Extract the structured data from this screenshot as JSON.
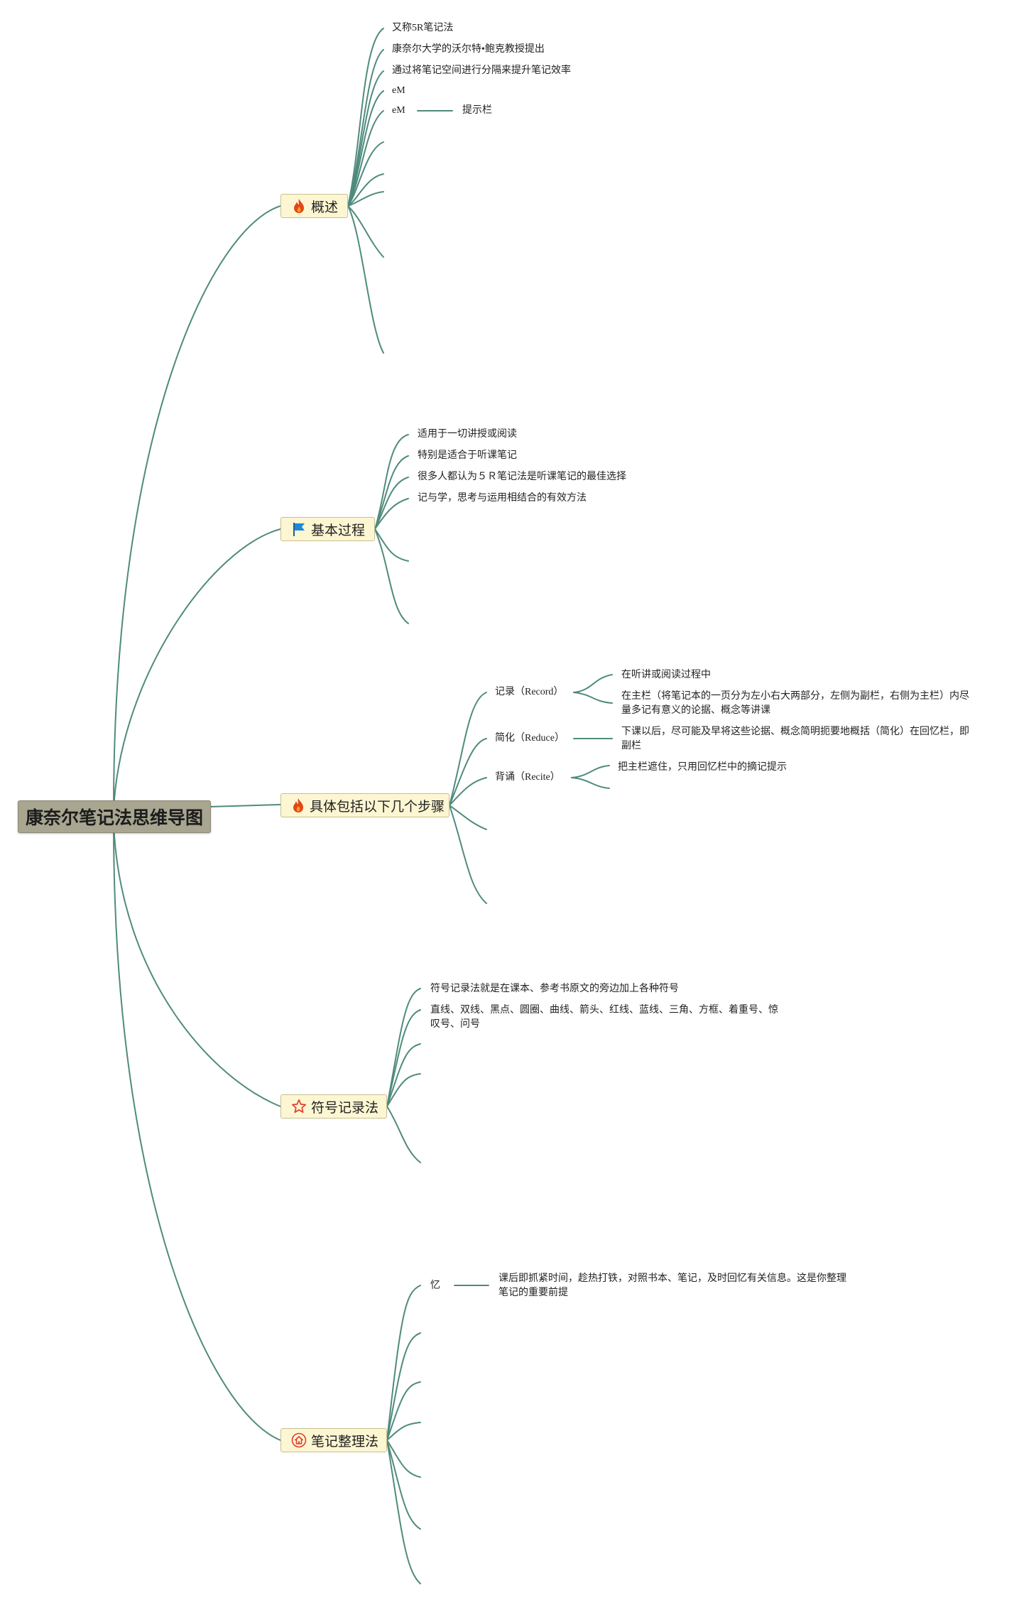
{
  "root": {
    "label": "康奈尔笔记法思维导图"
  },
  "colors": {
    "line": "#4f8b7c",
    "topic_bg": "#fdf6d2",
    "root_bg": "#a8a590"
  },
  "topics": [
    {
      "label": "概述",
      "icon": "fire-icon",
      "items": [
        "又称5R笔记法",
        "康奈尔大学的沃尔特•鲍克教授提出",
        "通过将笔记空间进行分隔来提升笔记效率",
        "eM",
        "eM"
      ],
      "item_children": {
        "4": [
          "提示栏"
        ]
      }
    },
    {
      "label": "基本过程",
      "icon": "flag-icon",
      "items": [
        "适用于一切讲授或阅读",
        "特别是适合于听课笔记",
        "很多人都认为５Ｒ笔记法是听课笔记的最佳选择",
        "记与学，思考与运用相结合的有效方法"
      ]
    },
    {
      "label": "具体包括以下几个步骤",
      "icon": "fire-icon",
      "items": [
        {
          "label": "记录（Record）",
          "children": [
            "在听讲或阅读过程中",
            "在主栏（将笔记本的一页分为左小右大两部分，左侧为副栏，右侧为主栏）内尽量多记有意义的论据、概念等讲课"
          ]
        },
        {
          "label": "简化（Reduce）",
          "children": [
            "下课以后，尽可能及早将这些论据、概念简明扼要地概括（简化）在回忆栏，即副栏"
          ]
        },
        {
          "label": "背诵（Recite）",
          "children": [
            "把主栏遮住，只用回忆栏中的摘记提示"
          ]
        }
      ]
    },
    {
      "label": "符号记录法",
      "icon": "star-icon",
      "items": [
        "符号记录法就是在课本、参考书原文的旁边加上各种符号",
        "直线、双线、黑点、圆圈、曲线、箭头、红线、蓝线、三角、方框、着重号、惊叹号、问号"
      ]
    },
    {
      "label": "笔记整理法",
      "icon": "home-icon",
      "items": [
        {
          "label": "忆",
          "children": [
            "课后即抓紧时间，趁热打铁，对照书本、笔记，及时回忆有关信息。这是你整理笔记的重要前提"
          ]
        }
      ]
    }
  ]
}
